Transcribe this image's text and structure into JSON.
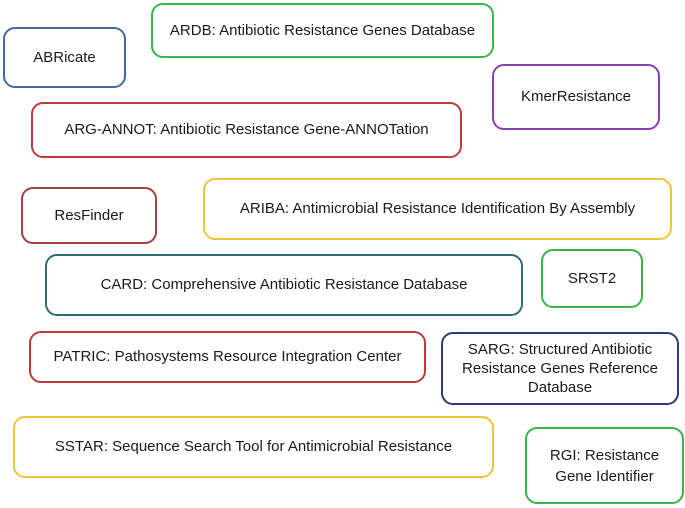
{
  "boxes": {
    "abricate": "ABRicate",
    "ardb": "ARDB: Antibiotic Resistance Genes Database",
    "kmerresistance": "KmerResistance",
    "arg_annot": "ARG-ANNOT: Antibiotic Resistance Gene-ANNOTation",
    "resfinder": "ResFinder",
    "ariba": "ARIBA: Antimicrobial Resistance Identification By Assembly",
    "card": "CARD: Comprehensive Antibiotic Resistance Database",
    "srst2": "SRST2",
    "patric": "PATRIC: Pathosystems Resource Integration Center",
    "sarg": "SARG: Structured Antibiotic\nResistance Genes Reference\nDatabase",
    "sstar": "SSTAR: Sequence Search Tool for Antimicrobial Resistance",
    "rgi": "RGI: Resistance\nGene Identifier"
  },
  "colors": {
    "abricate": "#3f6aa6",
    "ardb": "#35b54a",
    "kmerresistance": "#8a3fb0",
    "arg_annot": "#c0393b",
    "resfinder": "#a0403f",
    "ariba": "#edc43a",
    "card": "#2f6a78",
    "srst2": "#35b54a",
    "patric": "#c0393b",
    "sarg": "#2e3a7a",
    "sstar": "#edc43a",
    "rgi": "#35b54a"
  }
}
